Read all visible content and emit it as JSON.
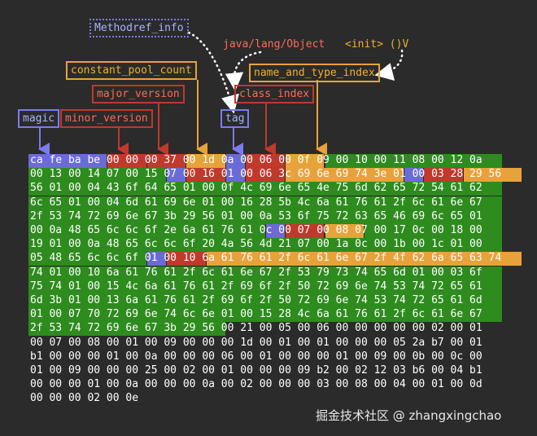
{
  "labels": {
    "methodref_info": "Methodref_info",
    "java_lang_object": "java/lang/Object",
    "init_desc": "<init> ()V",
    "constant_pool_count": "constant_pool_count",
    "name_and_type_index": "name_and_type_index",
    "major_version": "major_version",
    "class_index": "class_index",
    "magic": "magic",
    "minor_version": "minor_version",
    "tag": "tag"
  },
  "colors": {
    "purple": "#6b6bd6",
    "red": "#c0392b",
    "orange": "#e8a23a",
    "green": "#2e8b1e",
    "methodref_border": "#7b7bf0",
    "methodref_text": "#a9b4ff",
    "java_text": "#ff6a5a",
    "init_text": "#f0b030"
  },
  "hex_rows": [
    "ca fe ba be 00 00 00 37 00 1d 0a 00 06 00 0f 09 00 10 00 11 08 00 12 0a",
    "00 13 00 14 07 00 15 07 00 16 01 00 06 3c 69 6e 69 74 3e 01 00 03 28 29 56",
    "56 01 00 04 43 6f 64 65 01 00 0f 4c 69 6e 65 4e 75 6d 62 65 72 54 61 62",
    "6c 65 01 00 04 6d 61 69 6e 01 00 16 28 5b 4c 6a 61 76 61 2f 6c 61 6e 67",
    "2f 53 74 72 69 6e 67 3b 29 56 01 00 0a 53 6f 75 72 63 65 46 69 6c 65 01",
    "00 0a 48 65 6c 6c 6f 2e 6a 61 76 61 0c 00 07 00 08 07 00 17 0c 00 18 00",
    "19 01 00 0a 48 65 6c 6c 6f 20 4a 56 4d 21 07 00 1a 0c 00 1b 00 1c 01 00",
    "05 48 65 6c 6c 6f 01 00 10 6a 61 76 61 2f 6c 61 6e 67 2f 4f 62 6a 65 63 74",
    "74 01 00 10 6a 61 76 61 2f 6c 61 6e 67 2f 53 79 73 74 65 6d 01 00 03 6f",
    "75 74 01 00 15 4c 6a 61 76 61 2f 69 6f 2f 50 72 69 6e 74 53 74 72 65 61",
    "6d 3b 01 00 13 6a 61 76 61 2f 69 6f 2f 50 72 69 6e 74 53 74 72 65 61 6d",
    "01 00 07 70 72 69 6e 74 6c 6e 01 00 15 28 4c 6a 61 76 61 2f 6c 61 6e 67",
    "2f 53 74 72 69 6e 67 3b 29 56 00 21 00 05 00 06 00 00 00 00 00 02 00 01",
    "00 07 00 08 00 01 00 09 00 00 00 1d 00 01 00 01 00 00 00 05 2a b7 00 01",
    "b1 00 00 00 01 00 0a 00 00 00 06 00 01 00 00 00 01 00 09 00 0b 00 0c 00",
    "01 00 09 00 00 00 25 00 02 00 01 00 00 00 09 b2 00 02 12 03 b6 00 04 b1",
    "00 00 00 01 00 0a 00 00 00 0a 00 02 00 00 00 03 00 08 00 04 00 01 00 0d",
    "00 00 00 02 00 0e"
  ],
  "watermark": "掘金技术社区 @ zhangxingchao"
}
